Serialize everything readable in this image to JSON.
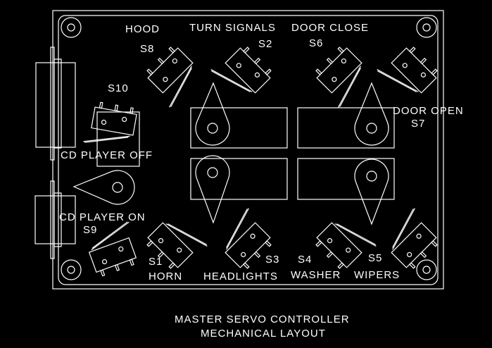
{
  "title": [
    "MASTER SERVO CONTROLLER",
    "MECHANICAL LAYOUT"
  ],
  "labels": {
    "hood": "HOOD",
    "turn_signals": "TURN SIGNALS",
    "door_close": "DOOR CLOSE",
    "door_open": "DOOR OPEN",
    "cd_player_off": "CD PLAYER OFF",
    "cd_player_on": "CD PLAYER ON",
    "horn": "HORN",
    "headlights": "HEADLIGHTS",
    "washer": "WASHER",
    "wipers": "WIPERS"
  },
  "switches": {
    "s1": "S1",
    "s2": "S2",
    "s3": "S3",
    "s4": "S4",
    "s5": "S5",
    "s6": "S6",
    "s7": "S7",
    "s8": "S8",
    "s9": "S9",
    "s10": "S10"
  },
  "colors": {
    "background": "#000000",
    "stroke": "#ffffff"
  }
}
